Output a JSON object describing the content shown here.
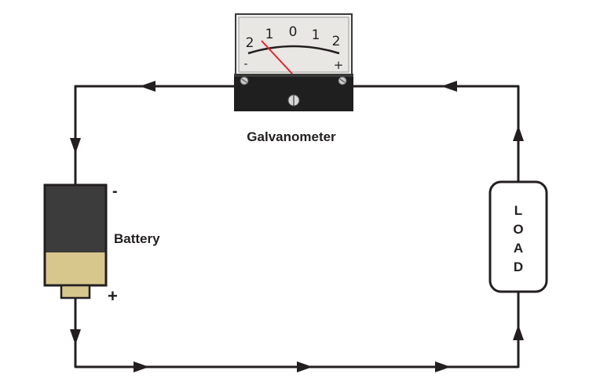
{
  "galvanometer": {
    "label": "Galvanometer",
    "scale_ticks": [
      "2",
      "1",
      "0",
      "1",
      "2"
    ],
    "minus_sign": "-",
    "plus_sign": "+",
    "needle_color": "#e4222b"
  },
  "battery": {
    "label": "Battery",
    "negative_terminal": "-",
    "positive_terminal": "+",
    "top_color": "#3c3c3c",
    "bottom_color": "#d7c78d"
  },
  "load": {
    "letters": [
      "L",
      "O",
      "A",
      "D"
    ]
  },
  "colors": {
    "wire": "#231f20"
  }
}
